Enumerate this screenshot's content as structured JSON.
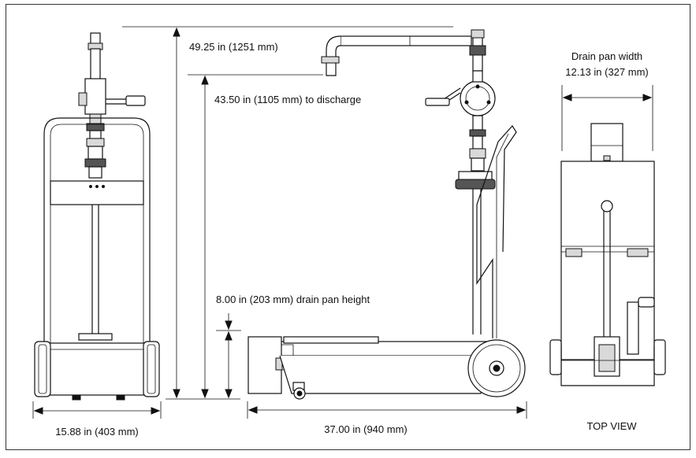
{
  "labels": {
    "overall_height": "49.25 in (1251 mm)",
    "discharge_height": "43.50 in (1105 mm) to discharge",
    "drain_pan_height": "8.00 in (203 mm) drain pan height",
    "front_width": "15.88 in (403 mm)",
    "length": "37.00 in (940 mm)",
    "drain_pan_width_line1": "Drain pan width",
    "drain_pan_width_line2": "12.13 in (327 mm)",
    "top_view": "TOP VIEW"
  },
  "colors": {
    "line": "#111111",
    "background": "#ffffff",
    "border": "#333333"
  }
}
